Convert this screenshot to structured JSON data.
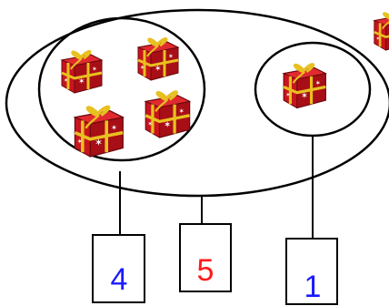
{
  "diagram": {
    "part_left": {
      "count_label": "4",
      "count_color": "#1a1aff",
      "items": [
        "gift-box-icon",
        "gift-box-icon",
        "gift-box-icon",
        "gift-box-icon"
      ]
    },
    "part_right": {
      "count_label": "1",
      "count_color": "#1a1aff",
      "items": [
        "gift-box-icon"
      ]
    },
    "whole": {
      "count_label": "5",
      "count_color": "#ff1a1a"
    }
  },
  "colors": {
    "outline": "#000000",
    "gift_body": "#c8141e",
    "ribbon": "#e8c020"
  }
}
